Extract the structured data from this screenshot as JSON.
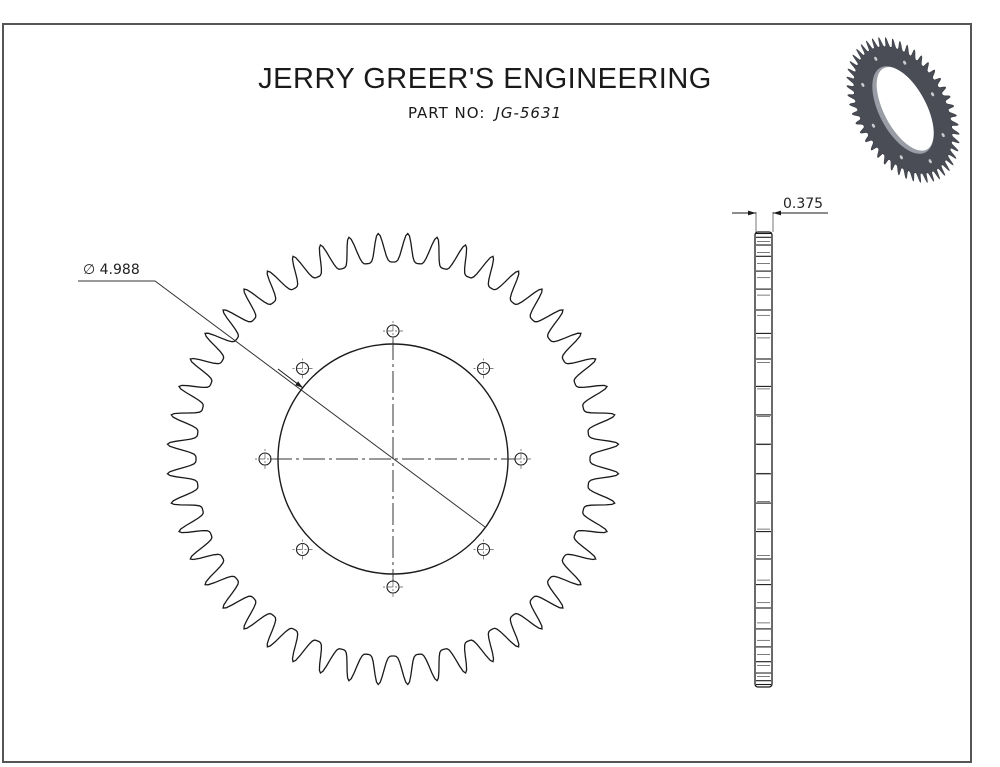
{
  "sheet": {
    "company_title": "JERRY GREER'S ENGINEERING",
    "part_label": "PART NO:",
    "part_number": "JG-5631"
  },
  "front_view": {
    "diameter_dimension": "∅ 4.988",
    "teeth_count": 48,
    "bolt_holes": 8
  },
  "side_view": {
    "thickness_dimension": "0.375"
  },
  "iso_view": {
    "description": "isometric-sprocket-render",
    "color": "#4a4d55"
  },
  "colors": {
    "line": "#1a1a1a",
    "border": "#555555",
    "render_body": "#4a4d55",
    "render_hole_edge": "#9a9da5"
  }
}
